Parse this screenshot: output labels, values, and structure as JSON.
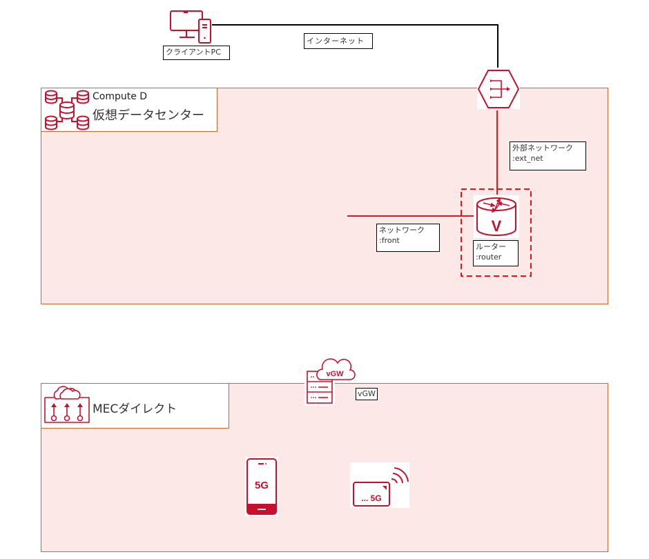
{
  "colors": {
    "accent": "#c8102e",
    "link_red": "#e8141c",
    "zone_fill": "#fde8e8",
    "zone_border": "#c8682a",
    "internet_line": "#000000"
  },
  "client": {
    "icon": "desktop-pc-icon",
    "label": "クライアントPC"
  },
  "internet": {
    "label": "インターネット"
  },
  "gateway": {
    "icon": "internet-gateway-hexagon-icon"
  },
  "compute_zone": {
    "icon": "distributed-database-icon",
    "title": "Compute D",
    "subtitle": "仮想データセンター",
    "external_network": {
      "name": "外部ネットワーク",
      "id": ":ext_net"
    },
    "network": {
      "name": "ネットワーク",
      "id": ":front"
    },
    "router": {
      "icon": "virtual-router-icon",
      "glyph": "V",
      "name": "ルーター",
      "id": ":router"
    }
  },
  "mec_zone": {
    "icon": "mec-cloud-icon",
    "title": "MECダイレクト",
    "vgw": {
      "icon": "vgw-server-cloud-icon",
      "icon_text": "vGW",
      "label": "vGW"
    },
    "devices": [
      {
        "icon": "5g-smartphone-icon",
        "text": "5G"
      },
      {
        "icon": "5g-router-icon",
        "text": "... 5G"
      }
    ]
  }
}
